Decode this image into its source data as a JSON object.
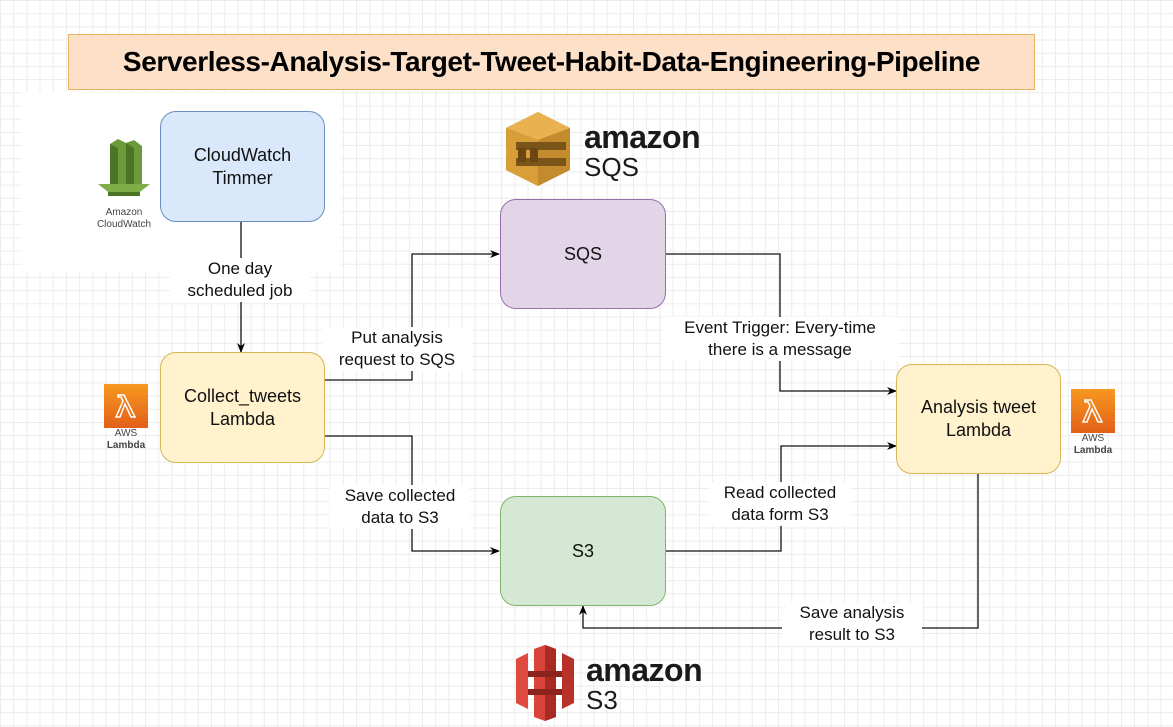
{
  "title": "Serverless-Analysis-Target-Tweet-Habit-Data-Engineering-Pipeline",
  "colors": {
    "title_bg": "#fde0c8",
    "cloudwatch_node": "#dae8fc",
    "lambda_node": "#fff2cc",
    "sqs_node": "#e1d5e7",
    "s3_node": "#d5e8d4",
    "cloudwatch_logo": "#6b9a3a",
    "sqs_logo": "#d89e3a",
    "s3_logo": "#d9443a",
    "lambda_logo": "#f28c1f"
  },
  "nodes": {
    "cloudwatch": {
      "line1": "CloudWatch",
      "line2": "Timmer"
    },
    "collect": {
      "line1": "Collect_tweets",
      "line2": "Lambda"
    },
    "sqs": {
      "label": "SQS"
    },
    "s3": {
      "label": "S3"
    },
    "analysis": {
      "line1": "Analysis tweet",
      "line2": "Lambda"
    }
  },
  "logos": {
    "cloudwatch": {
      "line1": "Amazon",
      "line2": "CloudWatch"
    },
    "sqs": {
      "brand": "amazon",
      "product": "SQS"
    },
    "s3": {
      "brand": "amazon",
      "product": "S3"
    },
    "lambda_left": {
      "line1": "AWS",
      "line2": "Lambda"
    },
    "lambda_right": {
      "line1": "AWS",
      "line2": "Lambda"
    }
  },
  "edges": {
    "schedule": {
      "line1": "One day",
      "line2": "scheduled job"
    },
    "put_sqs": {
      "line1": "Put analysis",
      "line2": "request to SQS"
    },
    "event_trigger": {
      "line1": "Event Trigger: Every-time",
      "line2": "there is a message"
    },
    "save_collected": {
      "line1": "Save collected",
      "line2": "data to S3"
    },
    "read_collected": {
      "line1": "Read collected",
      "line2": "data form S3"
    },
    "save_analysis": {
      "line1": "Save analysis",
      "line2": "result to S3"
    }
  }
}
